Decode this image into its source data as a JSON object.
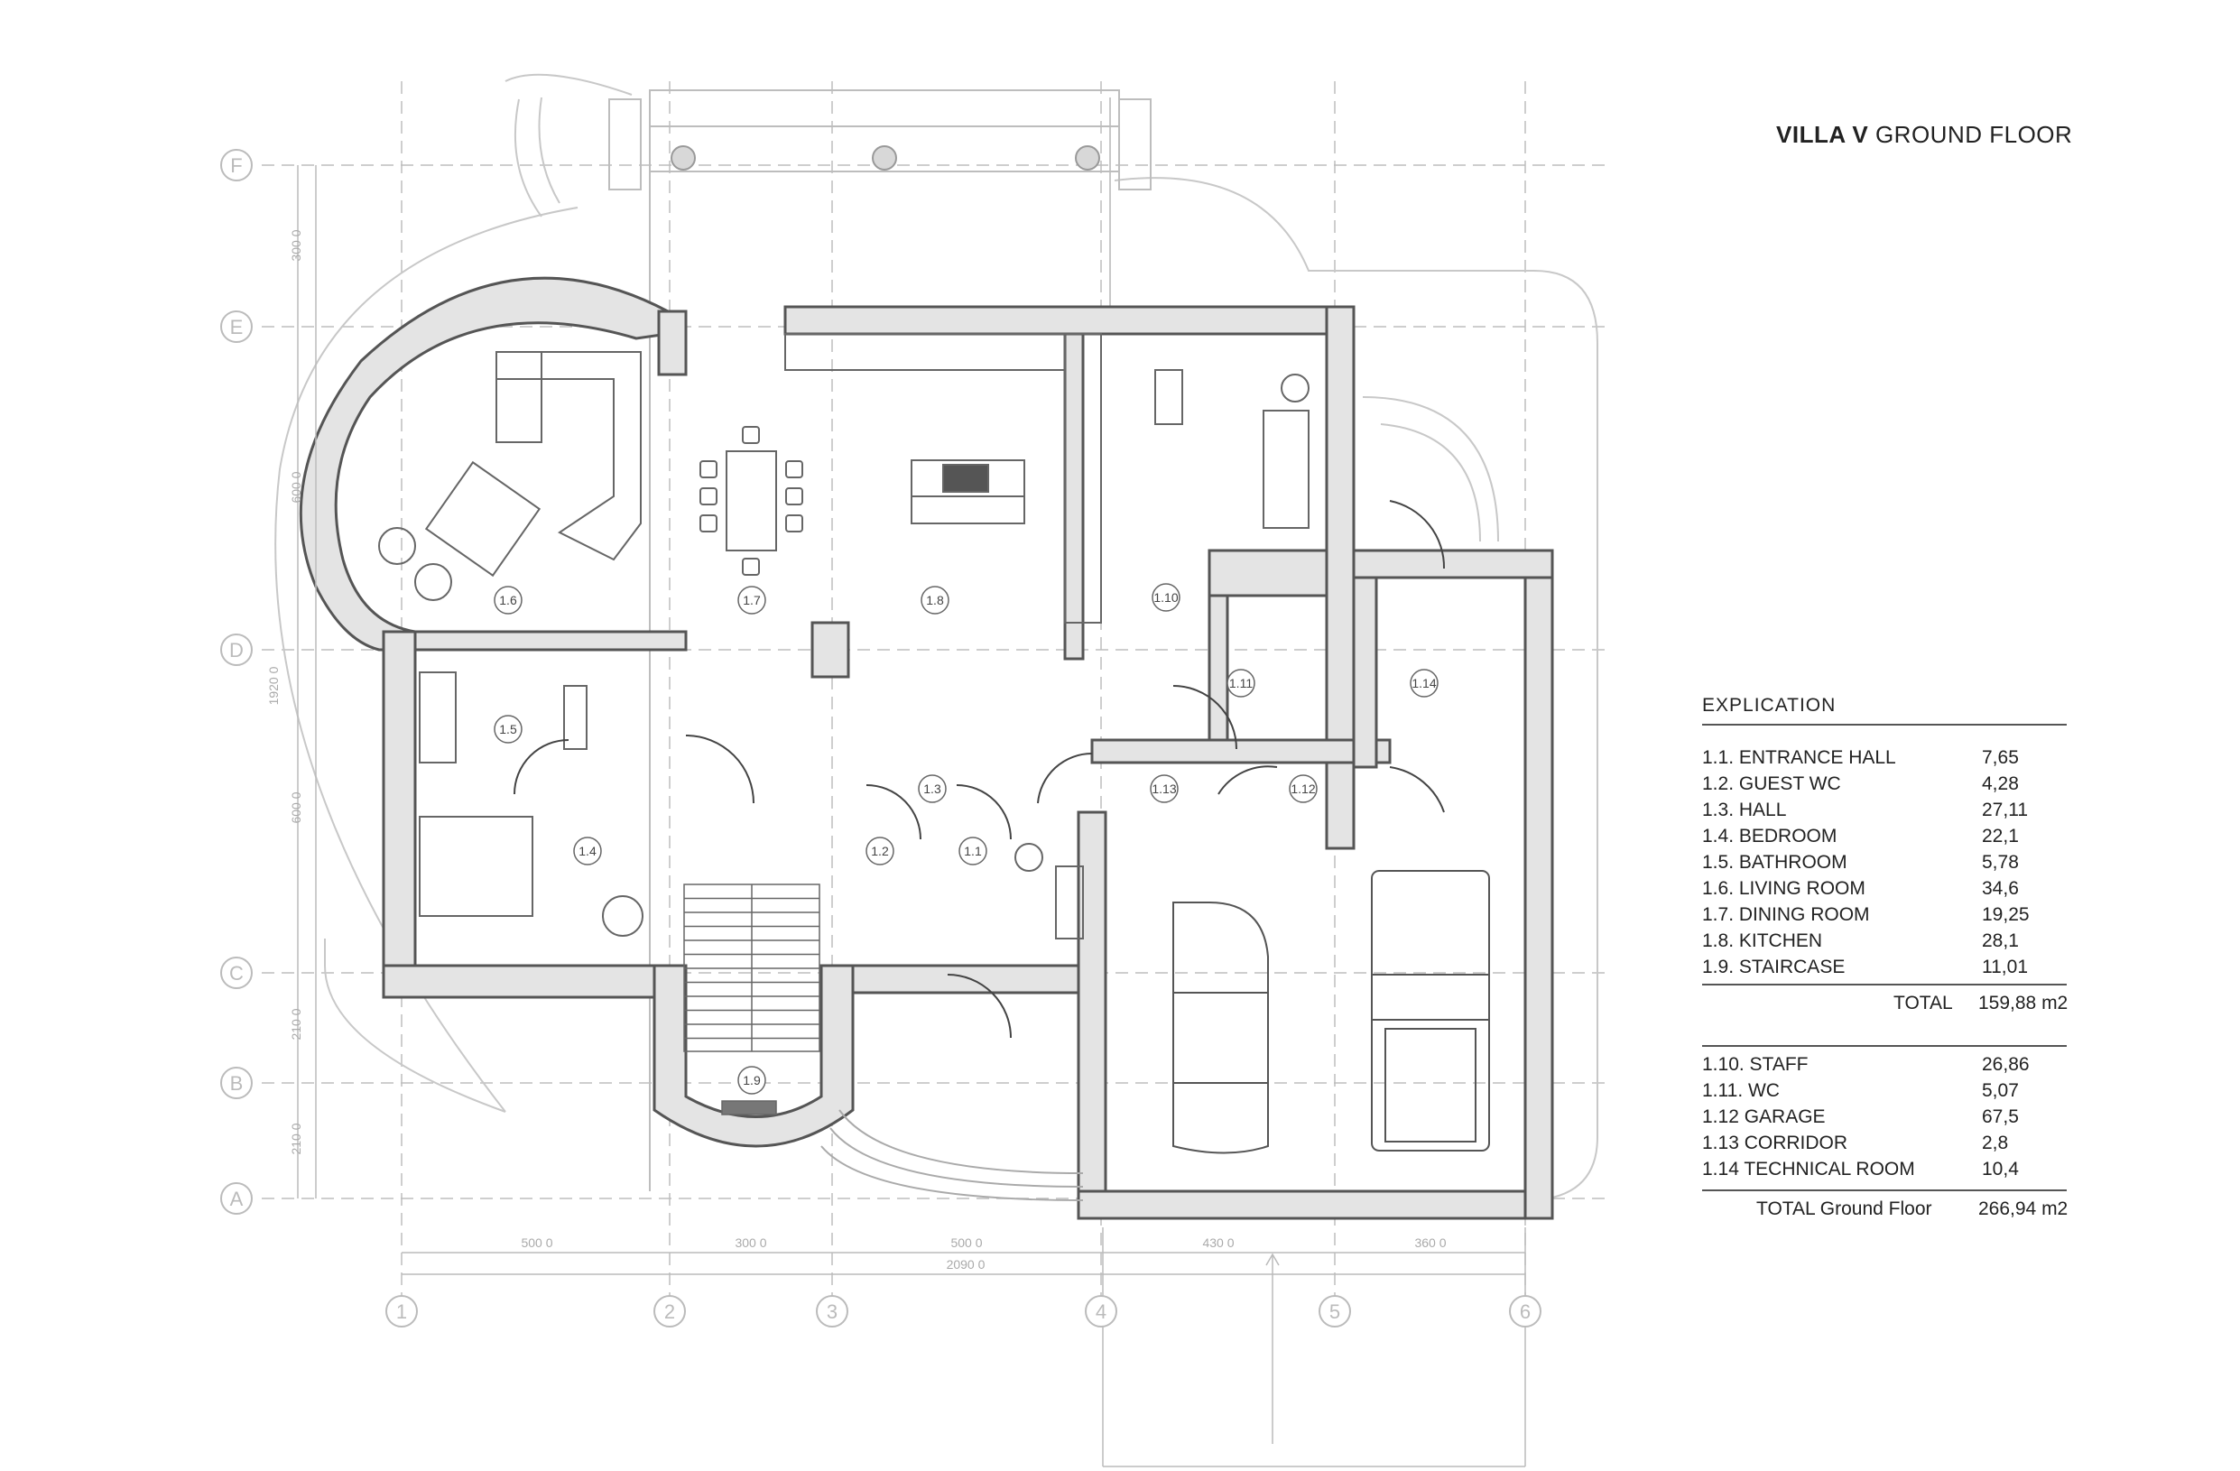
{
  "title": {
    "bold": "VILLA V",
    "rest": "GROUND FLOOR"
  },
  "axes": {
    "letters": [
      "F",
      "E",
      "D",
      "C",
      "B",
      "A"
    ],
    "numbers": [
      "1",
      "2",
      "3",
      "4",
      "5",
      "6"
    ]
  },
  "dimensions": {
    "vertical": [
      "300 0",
      "600 0",
      "1920 0",
      "600 0",
      "210 0",
      "210 0"
    ],
    "horizontal": [
      "500 0",
      "300 0",
      "500 0",
      "430 0",
      "360 0"
    ],
    "overall": "2090 0"
  },
  "room_labels": [
    "1.1",
    "1.2",
    "1.3",
    "1.4",
    "1.5",
    "1.6",
    "1.7",
    "1.8",
    "1.9",
    "1.10",
    "1.11",
    "1.12",
    "1.13",
    "1.14"
  ],
  "explication": {
    "heading": "EXPLICATION",
    "group1": [
      {
        "name": "1.1. ENTRANCE HALL",
        "value": "7,65"
      },
      {
        "name": "1.2. GUEST WC",
        "value": "4,28"
      },
      {
        "name": "1.3. HALL",
        "value": "27,11"
      },
      {
        "name": "1.4. BEDROOM",
        "value": "22,1"
      },
      {
        "name": "1.5. BATHROOM",
        "value": "5,78"
      },
      {
        "name": "1.6. LIVING ROOM",
        "value": "34,6"
      },
      {
        "name": "1.7. DINING ROOM",
        "value": "19,25"
      },
      {
        "name": "1.8. KITCHEN",
        "value": "28,1"
      },
      {
        "name": "1.9. STAIRCASE",
        "value": "11,01"
      }
    ],
    "total1_label": "TOTAL",
    "total1_value": "159,88 m2",
    "group2": [
      {
        "name": "1.10. STAFF",
        "value": "26,86"
      },
      {
        "name": "1.11. WC",
        "value": "5,07"
      },
      {
        "name": "1.12 GARAGE",
        "value": "67,5"
      },
      {
        "name": "1.13 CORRIDOR",
        "value": "2,8"
      },
      {
        "name": "1.14 TECHNICAL ROOM",
        "value": "10,4"
      }
    ],
    "total2_label": "TOTAL Ground Floor",
    "total2_value": "266,94 m2"
  }
}
